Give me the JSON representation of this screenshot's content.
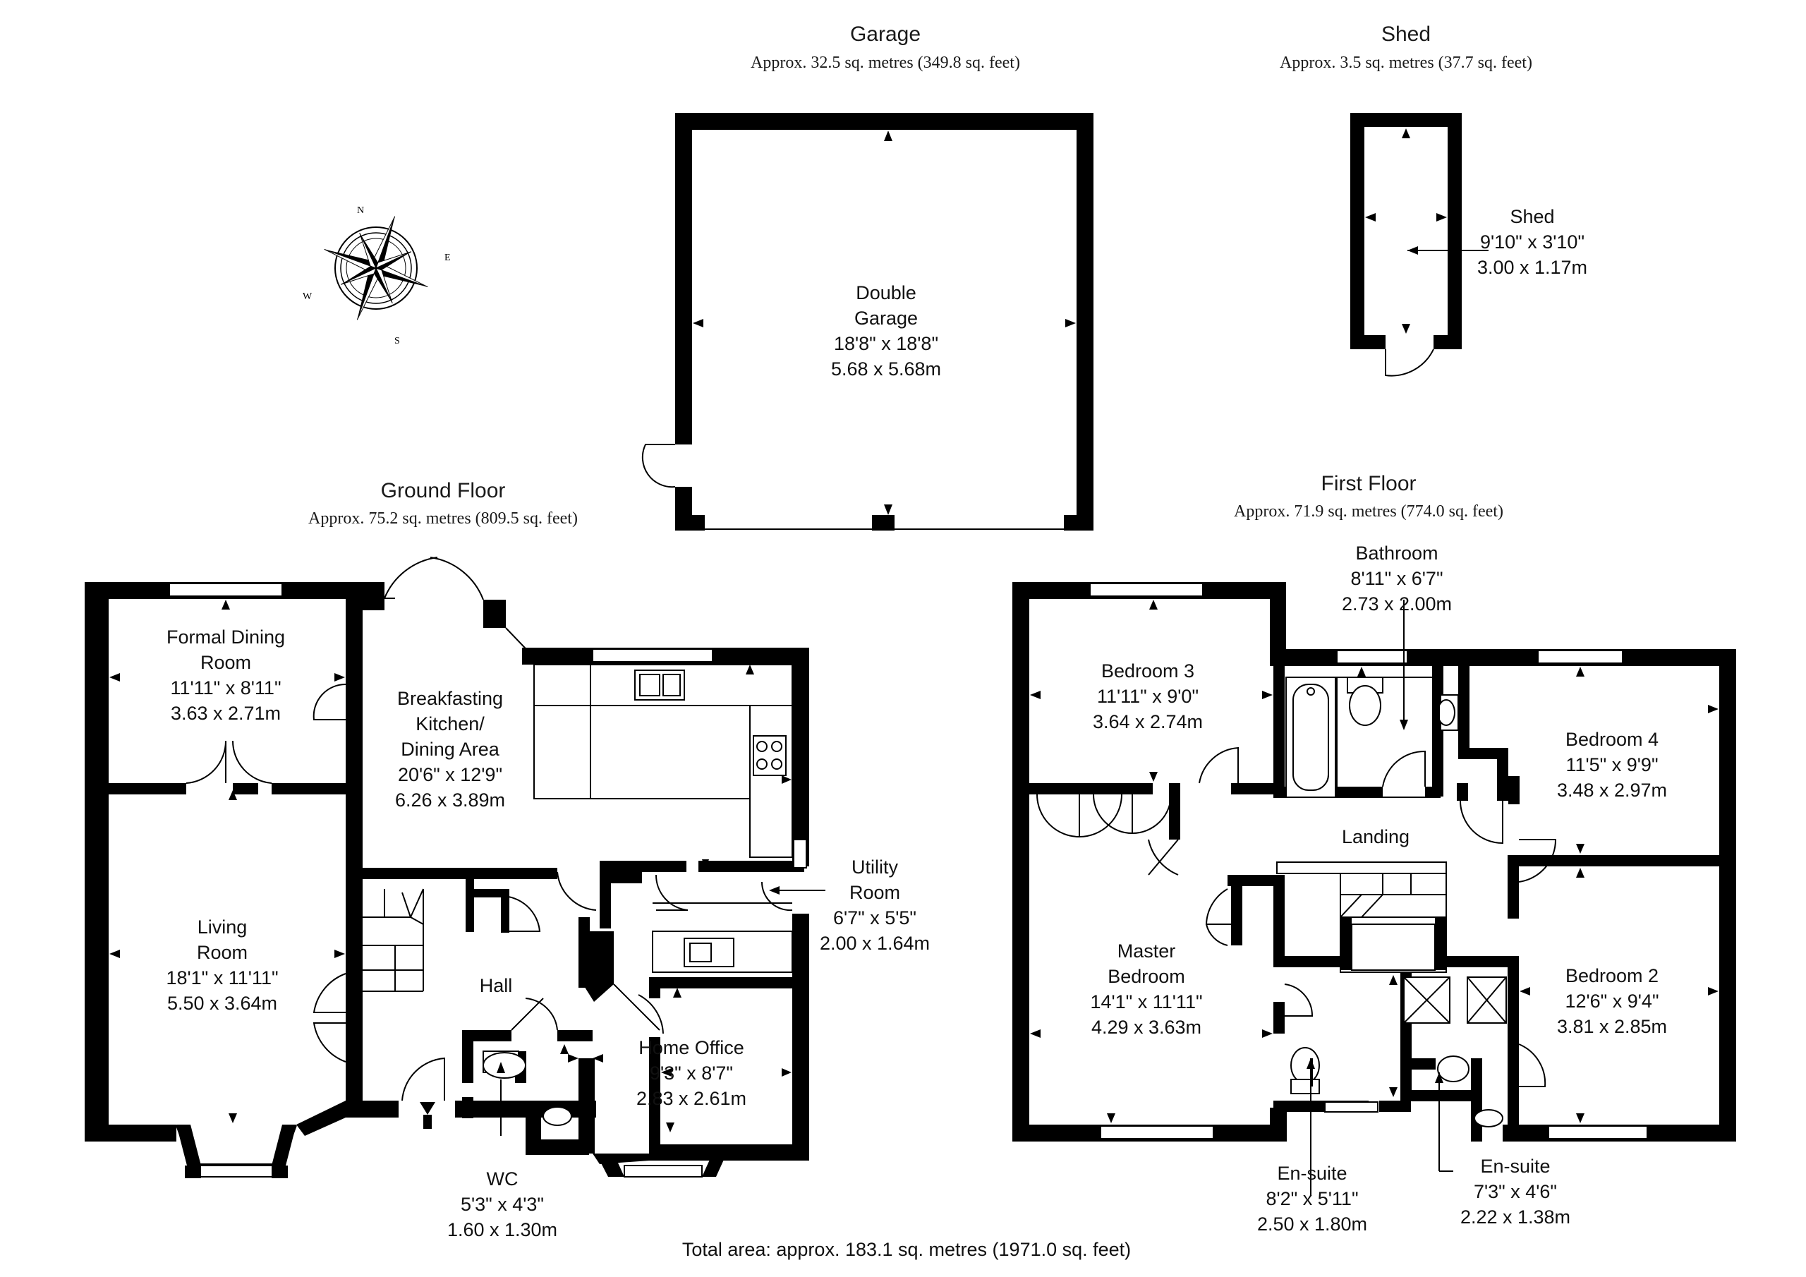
{
  "sections": {
    "garage": {
      "title": "Garage",
      "area": "Approx. 32.5 sq. metres (349.8 sq. feet)"
    },
    "shed": {
      "title": "Shed",
      "area": "Approx. 3.5 sq. metres (37.7 sq. feet)"
    },
    "ground": {
      "title": "Ground Floor",
      "area": "Approx. 75.2 sq. metres (809.5 sq. feet)"
    },
    "first": {
      "title": "First Floor",
      "area": "Approx. 71.9 sq. metres (774.0 sq. feet)"
    }
  },
  "total_area": "Total area: approx. 183.1 sq. metres (1971.0 sq. feet)",
  "compass": {
    "n": "N",
    "e": "E",
    "s": "S",
    "w": "W"
  },
  "rooms": {
    "double_garage": {
      "name1": "Double",
      "name2": "Garage",
      "imperial": "18'8\" x 18'8\"",
      "metric": "5.68 x 5.68m"
    },
    "shed": {
      "name1": "Shed",
      "imperial": "9'10\" x 3'10\"",
      "metric": "3.00 x 1.17m"
    },
    "formal_dining": {
      "name1": "Formal Dining",
      "name2": "Room",
      "imperial": "11'11\" x 8'11\"",
      "metric": "3.63 x 2.71m"
    },
    "kitchen": {
      "name1": "Breakfasting",
      "name2": "Kitchen/",
      "name3": "Dining Area",
      "imperial": "20'6\" x 12'9\"",
      "metric": "6.26 x 3.89m"
    },
    "living": {
      "name1": "Living",
      "name2": "Room",
      "imperial": "18'1\" x 11'11\"",
      "metric": "5.50 x 3.64m"
    },
    "hall": {
      "name1": "Hall"
    },
    "utility": {
      "name1": "Utility",
      "name2": "Room",
      "imperial": "6'7\" x 5'5\"",
      "metric": "2.00 x 1.64m"
    },
    "home_office": {
      "name1": "Home Office",
      "imperial": "9'3\" x 8'7\"",
      "metric": "2.83 x 2.61m"
    },
    "wc": {
      "name1": "WC",
      "imperial": "5'3\" x 4'3\"",
      "metric": "1.60 x 1.30m"
    },
    "bathroom": {
      "name1": "Bathroom",
      "imperial": "8'11\" x 6'7\"",
      "metric": "2.73 x 2.00m"
    },
    "bedroom3": {
      "name1": "Bedroom 3",
      "imperial": "11'11\" x 9'0\"",
      "metric": "3.64 x 2.74m"
    },
    "bedroom4": {
      "name1": "Bedroom 4",
      "imperial": "11'5\" x 9'9\"",
      "metric": "3.48 x 2.97m"
    },
    "landing": {
      "name1": "Landing"
    },
    "master": {
      "name1": "Master",
      "name2": "Bedroom",
      "imperial": "14'1\" x 11'11\"",
      "metric": "4.29 x 3.63m"
    },
    "bedroom2": {
      "name1": "Bedroom 2",
      "imperial": "12'6\" x 9'4\"",
      "metric": "3.81 x 2.85m"
    },
    "ensuite1": {
      "name1": "En-suite",
      "imperial": "8'2\" x 5'11\"",
      "metric": "2.50 x 1.80m"
    },
    "ensuite2": {
      "name1": "En-suite",
      "imperial": "7'3\" x 4'6\"",
      "metric": "2.22 x 1.38m"
    }
  }
}
